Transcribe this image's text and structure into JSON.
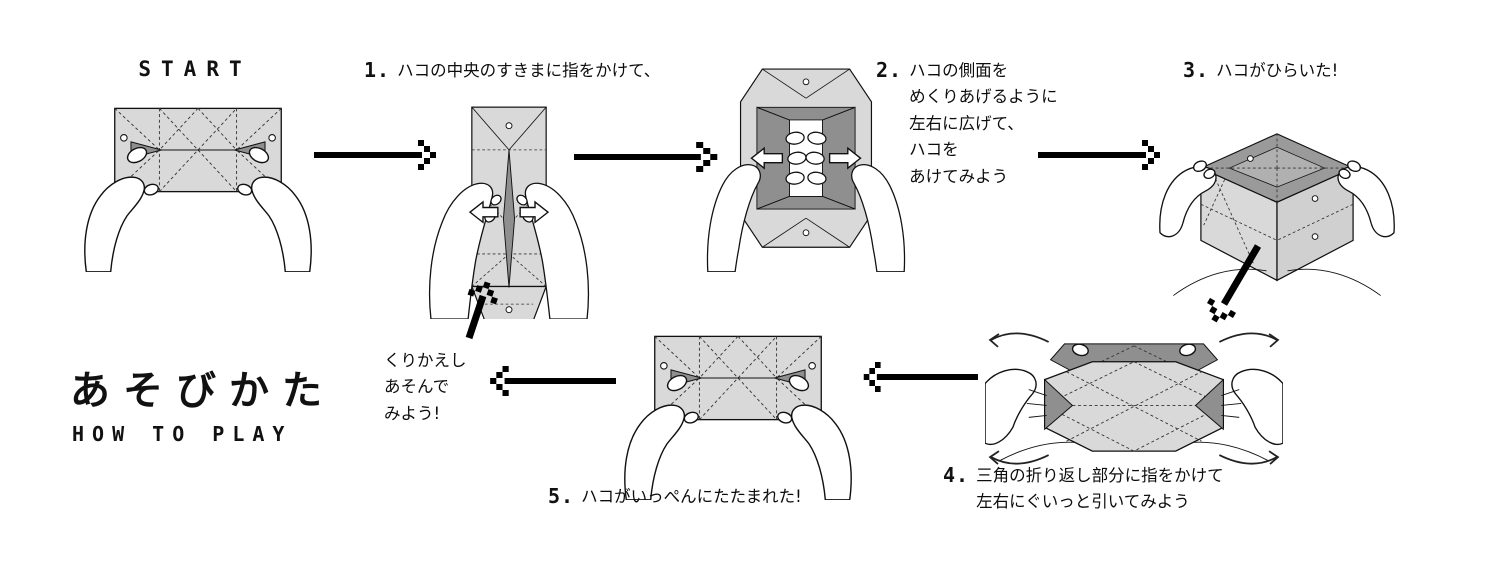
{
  "colors": {
    "paper": "#d9d9d9",
    "dark": "#8f8f8f",
    "ink": "#111111",
    "bg": "#ffffff"
  },
  "start": {
    "label": "START"
  },
  "steps": [
    {
      "num": "1.",
      "text": "ハコの中央のすきまに指をかけて、"
    },
    {
      "num": "2.",
      "text": "ハコの側面を\nめくりあげるように\n左右に広げて、\nハコを\nあけてみよう"
    },
    {
      "num": "3.",
      "text": "ハコがひらいた!"
    },
    {
      "num": "4.",
      "text": "三角の折り返し部分に指をかけて\n左右にぐいっと引いてみよう"
    },
    {
      "num": "5.",
      "text": "ハコがいっぺんにたたまれた!"
    }
  ],
  "repeat_note": {
    "text": "くりかえし\nあそんで\nみよう!"
  },
  "footer": {
    "title_jp": "あそびかた",
    "title_en": "HOW TO PLAY"
  },
  "icons": {
    "flow_arrow": "pixel-arrow",
    "pull_arrow": "outline-curved-arrow",
    "spread_arrow": "white-block-arrow"
  },
  "flow": [
    {
      "from": "start",
      "to": "1",
      "dir": "right"
    },
    {
      "from": "1",
      "to": "2",
      "dir": "right"
    },
    {
      "from": "2",
      "to": "3",
      "dir": "right"
    },
    {
      "from": "3",
      "to": "4",
      "dir": "down-left"
    },
    {
      "from": "4",
      "to": "5",
      "dir": "left"
    },
    {
      "from": "5",
      "to": "repeat",
      "dir": "left"
    },
    {
      "from": "repeat",
      "to": "1",
      "dir": "up"
    }
  ]
}
